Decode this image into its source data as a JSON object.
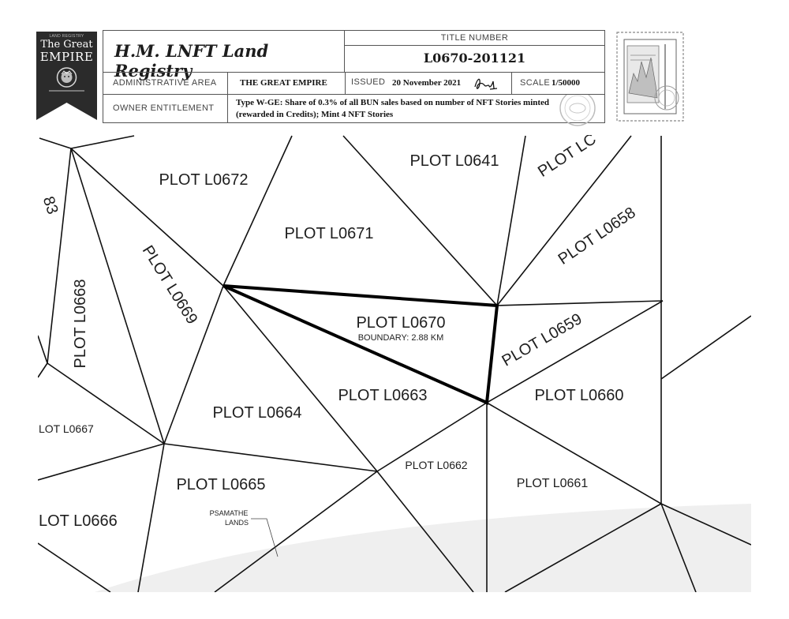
{
  "banner": {
    "small_text": "LAND REGISTRY",
    "line1": "The Great",
    "line2": "EMPIRE"
  },
  "header": {
    "registry_title": "H.M. LNFT Land Registry",
    "title_number_label": "TITLE NUMBER",
    "title_number": "L0670-201121",
    "administrative_area_label": "ADMINISTRATIVE AREA",
    "administrative_area": "THE GREAT EMPIRE",
    "issued_label": "ISSUED",
    "issued_date": "20 November 2021",
    "scale_label": "SCALE",
    "scale": "1/50000",
    "owner_entitlement_label": "OWNER ENTITLEMENT",
    "owner_entitlement_line1": "Type W-GE: Share of 0.3% of all BUN sales based on number of NFT Stories minted",
    "owner_entitlement_line2": "(rewarded in Credits); Mint 4 NFT Stories"
  },
  "map": {
    "main_plot": "PLOT L0670",
    "boundary": "BOUNDARY: 2.88 KM",
    "plots": {
      "l0641": "PLOT L0641",
      "l0672": "PLOT L0672",
      "l0671": "PLOT L0671",
      "l0669": "PLOT L0669",
      "l0668": "PLOT L0668",
      "l0663": "PLOT L0663",
      "l0664": "PLOT L0664",
      "l0667": "LOT L0667",
      "l0660": "PLOT L0660",
      "l0659": "PLOT L0659",
      "l0658": "PLOT L0658",
      "l0657": "PLOT LC",
      "l0662": "PLOT L0662",
      "l0661": "PLOT L0661",
      "l0665": "PLOT L0665",
      "l0666": "LOT L0666",
      "l0683": "83"
    },
    "region_line1": "PSAMATHE",
    "region_line2": "LANDS"
  }
}
